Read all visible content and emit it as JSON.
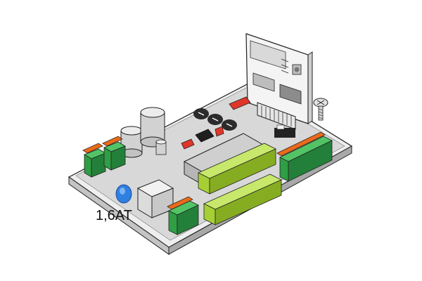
{
  "diagram": {
    "fuse_label": "1,6AT",
    "components": [
      {
        "name": "circuit-board"
      },
      {
        "name": "radio-module"
      },
      {
        "name": "fuse"
      },
      {
        "name": "transformer-block"
      },
      {
        "name": "capacitor-left"
      },
      {
        "name": "capacitor-right"
      },
      {
        "name": "mounting-screw"
      },
      {
        "name": "dip-switch"
      },
      {
        "name": "relay-bank"
      },
      {
        "name": "terminal-blocks-green"
      },
      {
        "name": "terminal-blocks-orange"
      },
      {
        "name": "terminal-blocks-lime"
      },
      {
        "name": "potentiometers"
      }
    ],
    "colors": {
      "board": "#d6d6d6",
      "board_edge": "#8f8f8f",
      "terminal_green": "#2f9e44",
      "terminal_orange": "#ea6a1a",
      "terminal_lime": "#a6cf36",
      "fuse_blue": "#2f7fe0",
      "chip_red": "#e0362a",
      "relay_gray": "#bfbfbf",
      "capacitor_gray": "#cfcfcf",
      "ink": "#222222"
    }
  }
}
